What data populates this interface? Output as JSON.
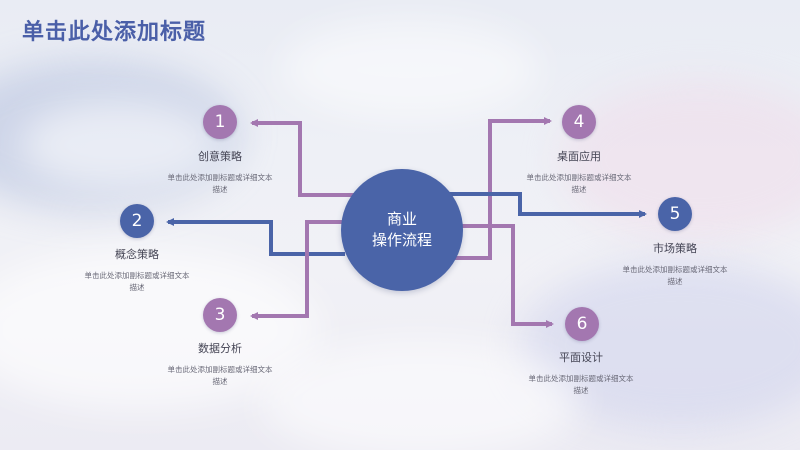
{
  "title": "单击此处添加标题",
  "center": {
    "line1": "商业",
    "line2": "操作流程"
  },
  "colors": {
    "purple": "#a377b0",
    "blue": "#4a64a8",
    "title": "#4a5fa8"
  },
  "nodes": [
    {
      "num": "1",
      "name": "创意策略",
      "desc_line1": "单击此处添加副标题或详细文本",
      "desc_line2": "描述",
      "color": "purple"
    },
    {
      "num": "2",
      "name": "概念策略",
      "desc_line1": "单击此处添加副标题或详细文本",
      "desc_line2": "描述",
      "color": "blue"
    },
    {
      "num": "3",
      "name": "数据分析",
      "desc_line1": "单击此处添加副标题或详细文本",
      "desc_line2": "描述",
      "color": "purple"
    },
    {
      "num": "4",
      "name": "桌面应用",
      "desc_line1": "单击此处添加副标题或详细文本",
      "desc_line2": "描述",
      "color": "purple"
    },
    {
      "num": "5",
      "name": "市场策略",
      "desc_line1": "单击此处添加副标题或详细文本",
      "desc_line2": "描述",
      "color": "blue"
    },
    {
      "num": "6",
      "name": "平面设计",
      "desc_line1": "单击此处添加副标题或详细文本",
      "desc_line2": "描述",
      "color": "purple"
    }
  ]
}
